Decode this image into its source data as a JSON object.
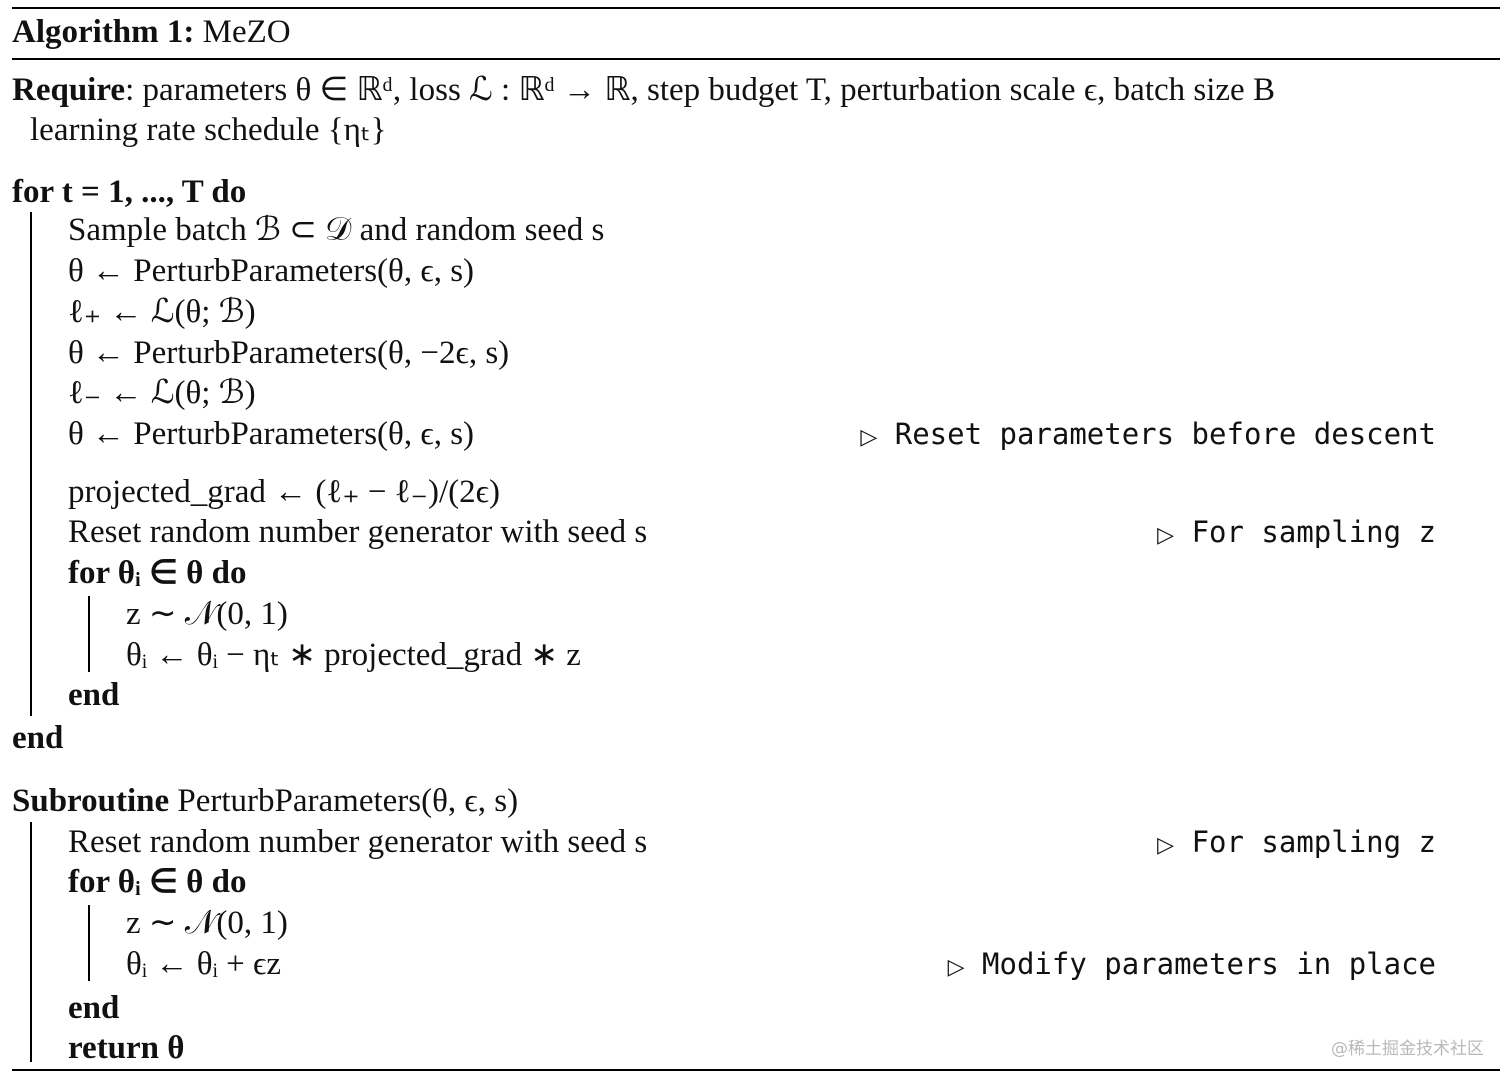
{
  "algorithm": {
    "label": "Algorithm 1:",
    "name": "MeZO"
  },
  "require": {
    "keyword": "Require",
    "line1": ": parameters θ ∈ ℝᵈ, loss ℒ : ℝᵈ → ℝ, step budget T, perturbation scale ϵ, batch size B",
    "line2": "learning rate schedule {ηₜ}"
  },
  "main_loop": {
    "for_header": "for t = 1, ..., T do",
    "lines": [
      "Sample batch ℬ ⊂ 𝒟 and random seed s",
      "θ ← PerturbParameters(θ, ϵ, s)",
      "ℓ₊ ← ℒ(θ; ℬ)",
      "θ ← PerturbParameters(θ, −2ϵ, s)",
      "ℓ₋ ← ℒ(θ; ℬ)",
      "θ ← PerturbParameters(θ, ϵ, s)",
      "projected_grad ← (ℓ₊ − ℓ₋)/(2ϵ)",
      "Reset random number generator with seed s"
    ],
    "inner_for": "for θᵢ ∈ θ do",
    "inner_lines": [
      "z ∼ 𝒩(0, 1)",
      "θᵢ ← θᵢ − ηₜ ∗ projected_grad ∗ z"
    ],
    "inner_end": "end",
    "end": "end"
  },
  "comments": {
    "reset": "Reset parameters before descent",
    "sampling1": "For sampling z",
    "sampling2": "For sampling z",
    "modify": "Modify parameters in place"
  },
  "subroutine": {
    "keyword": "Subroutine",
    "header": "PerturbParameters(θ, ϵ, s)",
    "reset_line": "Reset random number generator with seed s",
    "inner_for": "for θᵢ ∈ θ do",
    "inner_lines": [
      "z ∼ 𝒩(0, 1)",
      "θᵢ ← θᵢ + ϵz"
    ],
    "inner_end": "end",
    "return": "return θ"
  },
  "watermark": "@稀土掘金技术社区"
}
